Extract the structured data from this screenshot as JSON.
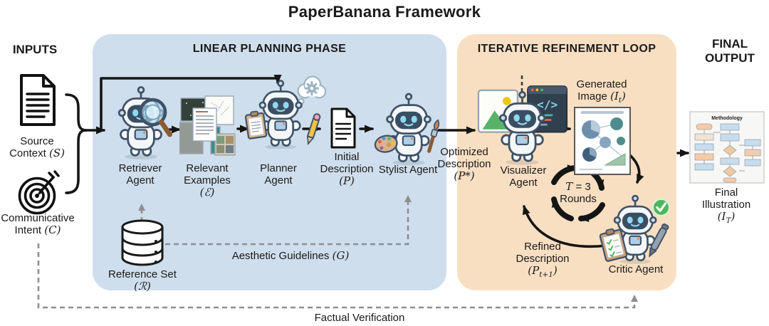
{
  "title": "PaperBanana Framework",
  "colors": {
    "planning_bg": "#cfdeec",
    "refinement_bg": "#f9dfc2",
    "arrow_black": "#151515",
    "dashed_gray": "#8f8f8f",
    "check_green": "#4cb85c"
  },
  "inputs": {
    "header": "INPUTS",
    "source_label": "Source Context",
    "source_math": "(S)",
    "intent_label": "Communicative Intent",
    "intent_math": "(C)"
  },
  "planning": {
    "header": "LINEAR PLANNING PHASE",
    "retriever_label": "Retriever Agent",
    "examples_label": "Relevant Examples",
    "examples_math": "(ℰ)",
    "planner_label": "Planner Agent",
    "initial_label": "Initial Description",
    "initial_math": "(P)",
    "stylist_label": "Stylist Agent",
    "reference_label": "Reference Set",
    "reference_math": "(ℛ)",
    "aesthetic_label": "Aesthetic Guidelines",
    "aesthetic_math": "(G)"
  },
  "handoff": {
    "label": "Optimized Description",
    "math": "(P*)"
  },
  "refinement": {
    "header": "ITERATIVE REFINEMENT LOOP",
    "visualizer_label": "Visualizer Agent",
    "generated_label": "Generated Image",
    "generated_math_pre": "(I",
    "generated_math_sub": "t",
    "generated_math_post": ")",
    "loop_var": "T",
    "loop_eq": "= 3",
    "loop_rounds": "Rounds",
    "refined_label": "Refined Description",
    "refined_math_pre": "(P",
    "refined_math_sub": "t+1",
    "refined_math_post": ")",
    "critic_label": "Critic Agent"
  },
  "output": {
    "header": "FINAL OUTPUT",
    "final_label": "Final Illustration",
    "final_math_pre": "(I",
    "final_math_sub": "T",
    "final_math_post": ")",
    "thumb_title": "Methodology"
  },
  "footer": {
    "verification_label": "Factual Verification"
  }
}
